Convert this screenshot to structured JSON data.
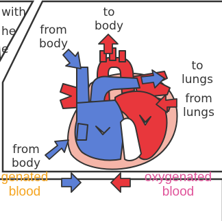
{
  "fragment": {
    "line1": "with",
    "line2": "he",
    "line3": "e"
  },
  "labels": {
    "to_body": {
      "line1": "to",
      "line2": "body"
    },
    "from_body_top": {
      "line1": "from",
      "line2": "body"
    },
    "to_lungs": {
      "line1": "to",
      "line2": "lungs"
    },
    "from_lungs": {
      "line1": "from",
      "line2": "lungs"
    },
    "from_body_bottom": {
      "line1": "from",
      "line2": "body"
    }
  },
  "legend": {
    "deoxygenated": {
      "line1": "genated",
      "line2": "blood",
      "color": "#f5a623"
    },
    "oxygenated": {
      "line1": "oxygenated",
      "line2": "blood",
      "color": "#e0559b"
    }
  },
  "colors": {
    "deoxy": "#5b7fd6",
    "oxy": "#e8373c",
    "tissue": "#f5b5a8",
    "outline": "#333333"
  }
}
